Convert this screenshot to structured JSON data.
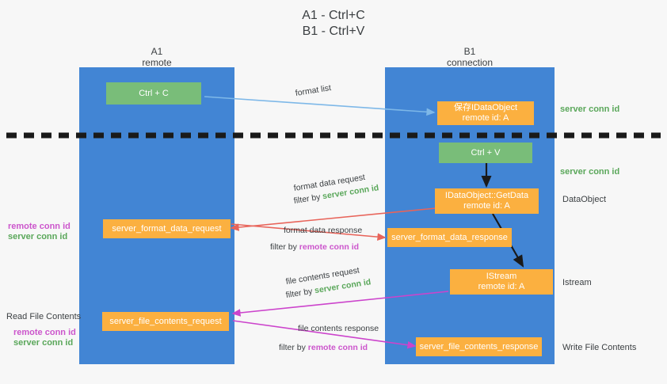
{
  "title": {
    "line1": "A1 - Ctrl+C",
    "line2": "B1 - Ctrl+V"
  },
  "lanes": [
    {
      "name": "A1",
      "subtitle": "remote"
    },
    {
      "name": "B1",
      "subtitle": "connection"
    }
  ],
  "boxes": {
    "ctrl_c": "Ctrl + C",
    "ctrl_v": "Ctrl + V",
    "save_idataobject_l1": "保存IDataObject",
    "save_idataobject_l2": "remote id: A",
    "getdata_l1": "IDataObject::GetData",
    "getdata_l2": "remote id: A",
    "istream_l1": "IStream",
    "istream_l2": "remote id: A",
    "server_format_data_request": "server_format_data_request",
    "server_format_data_response": "server_format_data_response",
    "server_file_contents_request": "server_file_contents_request",
    "server_file_contents_response": "server_file_contents_response"
  },
  "right_labels": {
    "server_conn_id_1": "server conn id",
    "server_conn_id_2": "server conn id",
    "dataobject": "DataObject",
    "istream": "Istream",
    "write_file_contents": "Write File Contents"
  },
  "left_labels": {
    "remote_conn_id_1": "remote conn id",
    "server_conn_id_1": "server conn id",
    "read_file_contents": "Read File Contents",
    "remote_conn_id_2": "remote conn id",
    "server_conn_id_2": "server conn id"
  },
  "edges": {
    "format_list": "format list",
    "format_data_request": "format data request",
    "format_data_request_filter_prefix": "filter by ",
    "format_data_request_filter_value": "server conn id",
    "format_data_response": "format data response",
    "format_data_response_filter_prefix": "filter by ",
    "format_data_response_filter_value": "remote conn id",
    "file_contents_request": "file contents request",
    "file_contents_request_filter_prefix": "filter by ",
    "file_contents_request_filter_value": "server conn id",
    "file_contents_response": "file contents response",
    "file_contents_response_filter_prefix": "filter by ",
    "file_contents_response_filter_value": "remote conn id"
  },
  "colors": {
    "lane": "#4285d4",
    "green_box": "#79bd79",
    "orange_box": "#fbb040",
    "green_text": "#5aa75a",
    "pink_text": "#cc55cc",
    "light_blue_arrow": "#7eb8e8",
    "red_arrow": "#e8645a",
    "magenta_arrow": "#cc44cc",
    "black_arrow": "#1a1a1a",
    "background": "#f7f7f7"
  }
}
